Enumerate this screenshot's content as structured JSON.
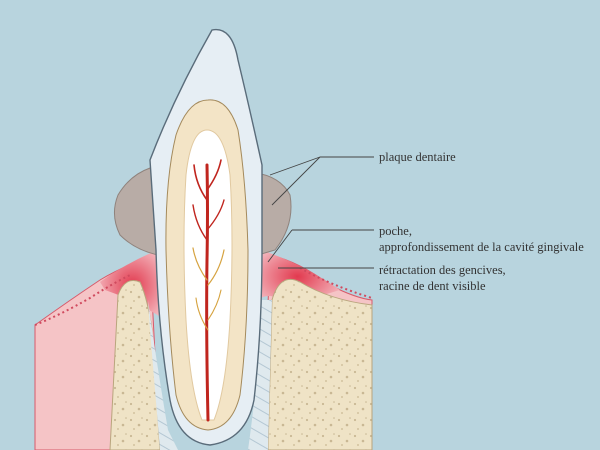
{
  "labels": {
    "plaque": "plaque dentaire",
    "poche_line1": "poche,",
    "poche_line2": "approfondissement de la cavité gingivale",
    "retraction_line1": "rétractation des gencives,",
    "retraction_line2": "racine de dent visible"
  },
  "colors": {
    "background": "#b8d4de",
    "enamel": "#e6eef4",
    "dentin": "#f3e4c6",
    "pulp": "#ffffff",
    "nerve": "#c0251e",
    "gum": "#f5c4c6",
    "gum_inflamed": "#e8485a",
    "bone": "#efe3c6",
    "plaque": "#b8aca6"
  }
}
